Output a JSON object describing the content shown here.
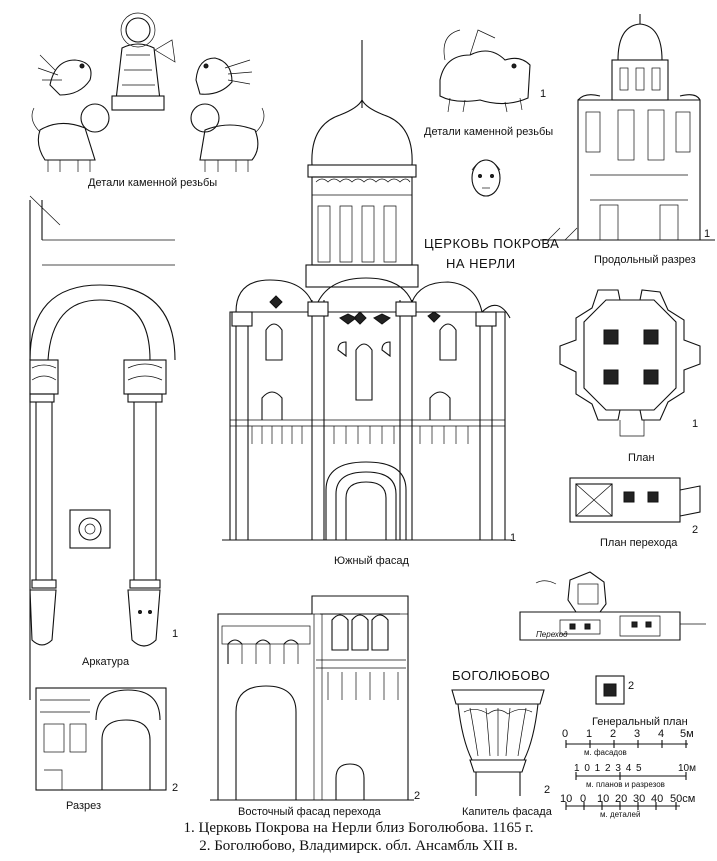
{
  "church_title_line1": "ЦЕРКОВЬ ПОКРОВА",
  "church_title_line2": "НА НЕРЛИ",
  "bogolyubovo_title": "БОГОЛЮБОВО",
  "labels": {
    "carving_left": "Детали каменной резьбы",
    "carving_right": "Детали каменной резьбы",
    "longitudinal_section": "Продольный разрез",
    "plan": "План",
    "passage_plan": "План перехода",
    "south_facade": "Южный фасад",
    "arcature": "Аркатура",
    "section": "Разрез",
    "east_facade_passage": "Восточный фасад перехода",
    "capital_facade": "Капитель фасада",
    "general_plan": "Генеральный план",
    "passage_note": "Переход"
  },
  "numbers": {
    "n1_carving": "1",
    "n1_section": "1",
    "n1_plan": "1",
    "n2_passage_plan": "2",
    "n1_facade": "1",
    "n1_arcature": "1",
    "n2_section": "2",
    "n2_east": "2",
    "n2_capital": "2",
    "n2_general": "2"
  },
  "scales": {
    "facade": {
      "ticks": [
        "0",
        "1",
        "2",
        "3",
        "4",
        "5м"
      ],
      "caption": "м. фасадов"
    },
    "plans": {
      "ticks": "1 0 1 2 3 4 5",
      "end": "10м",
      "caption": "м. планов и разрезов"
    },
    "details": {
      "ticks": [
        "10",
        "0",
        "10",
        "20",
        "30",
        "40",
        "50см"
      ],
      "caption": "м. деталей"
    }
  },
  "caption_line1": "1. Церковь Покрова на Нерли близ Боголюбова. 1165 г.",
  "caption_line2": "2. Боголюбово, Владимирск. обл. Ансамбль XII в."
}
